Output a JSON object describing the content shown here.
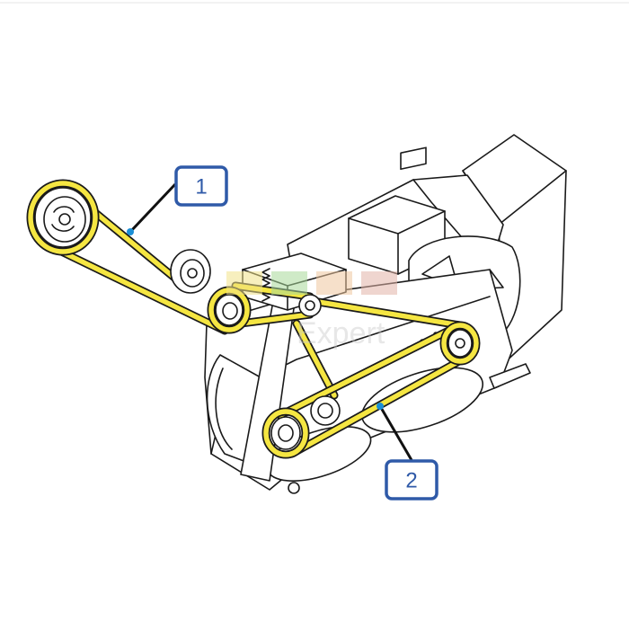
{
  "colors": {
    "belt": "#f5e642",
    "outline": "#1a1a1a",
    "callout": "#2f5aa8",
    "marker": "#1b8fd6"
  },
  "callouts": [
    {
      "id": "1",
      "label": "1"
    },
    {
      "id": "2",
      "label": "2"
    }
  ],
  "watermark": {
    "text": "Expert"
  }
}
